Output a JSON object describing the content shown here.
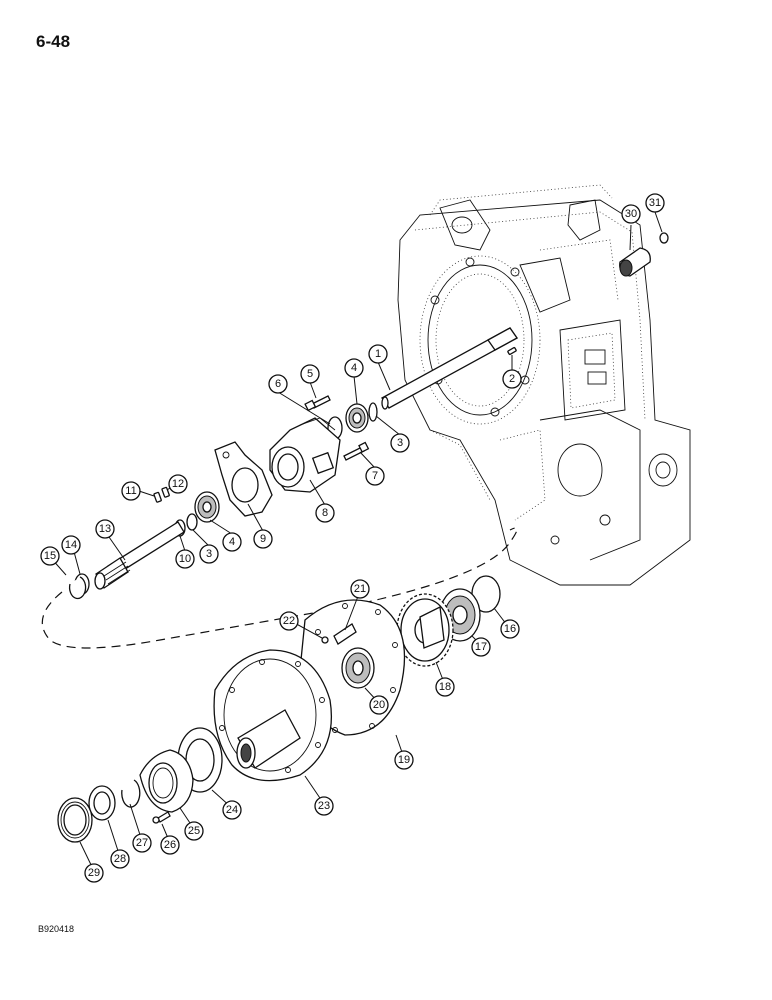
{
  "page": {
    "number": "6-48",
    "figure_code": "B920418"
  },
  "callouts": [
    {
      "id": "c1",
      "label": "1"
    },
    {
      "id": "c2",
      "label": "2"
    },
    {
      "id": "c3a",
      "label": "3"
    },
    {
      "id": "c3b",
      "label": "3"
    },
    {
      "id": "c4a",
      "label": "4"
    },
    {
      "id": "c4b",
      "label": "4"
    },
    {
      "id": "c5",
      "label": "5"
    },
    {
      "id": "c6",
      "label": "6"
    },
    {
      "id": "c7",
      "label": "7"
    },
    {
      "id": "c8",
      "label": "8"
    },
    {
      "id": "c9",
      "label": "9"
    },
    {
      "id": "c10",
      "label": "10"
    },
    {
      "id": "c11",
      "label": "11"
    },
    {
      "id": "c12",
      "label": "12"
    },
    {
      "id": "c13",
      "label": "13"
    },
    {
      "id": "c14",
      "label": "14"
    },
    {
      "id": "c15",
      "label": "15"
    },
    {
      "id": "c16",
      "label": "16"
    },
    {
      "id": "c17",
      "label": "17"
    },
    {
      "id": "c18",
      "label": "18"
    },
    {
      "id": "c19",
      "label": "19"
    },
    {
      "id": "c20",
      "label": "20"
    },
    {
      "id": "c21",
      "label": "21"
    },
    {
      "id": "c22",
      "label": "22"
    },
    {
      "id": "c23",
      "label": "23"
    },
    {
      "id": "c24",
      "label": "24"
    },
    {
      "id": "c25",
      "label": "25"
    },
    {
      "id": "c26",
      "label": "26"
    },
    {
      "id": "c27",
      "label": "27"
    },
    {
      "id": "c28",
      "label": "28"
    },
    {
      "id": "c29",
      "label": "29"
    },
    {
      "id": "c30",
      "label": "30"
    },
    {
      "id": "c31",
      "label": "31"
    }
  ]
}
